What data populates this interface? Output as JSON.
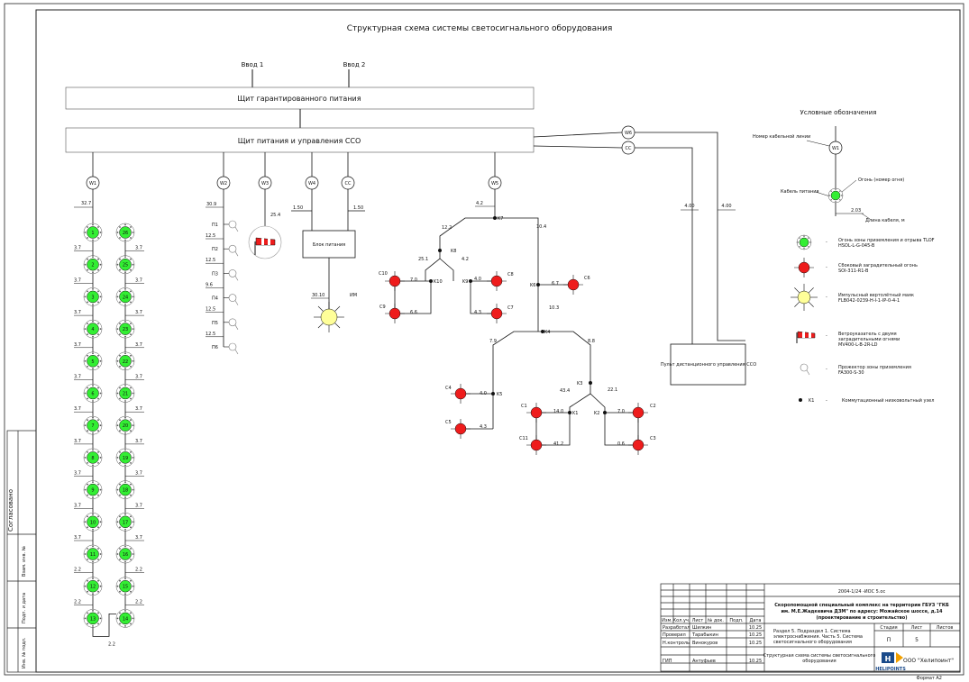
{
  "title": "Структурная схема системы светосигнального оборудования",
  "inputs": [
    "Ввод 1",
    "Ввод 2"
  ],
  "panel_guaranteed": "Щит гарантированного питания",
  "panel_main": "Щит питания и управления ССО",
  "power_unit": "Блок питания",
  "remote_panel": "Пульт дистанционного управления ССО",
  "lines": {
    "W1": "W1",
    "W2": "W2",
    "W3": "W3",
    "W4": "W4",
    "CC": "CC",
    "W5": "W5",
    "W6": "W6",
    "CC2": "CC"
  },
  "lengths": {
    "w1": "32.7",
    "w2": "30.9",
    "w3": "25.4",
    "w4": "1.50",
    "cc": "1.50",
    "w5": "4.2",
    "w6": "4.00",
    "cc2": "4.00",
    "im": "30.10",
    "left_bottom": "2.2",
    "p": [
      "12.5",
      "12.5",
      "9.6",
      "12.5",
      "12.5"
    ]
  },
  "w1_left": [
    "1",
    "2",
    "3",
    "4",
    "5",
    "6",
    "7",
    "8",
    "9",
    "10",
    "11",
    "12",
    "13"
  ],
  "w1_right": [
    "26",
    "25",
    "24",
    "23",
    "22",
    "21",
    "20",
    "19",
    "18",
    "17",
    "16",
    "15",
    "14"
  ],
  "w1_spacing_labels": [
    "3.7",
    "3.7",
    "3.7",
    "3.7",
    "3.7",
    "3.7",
    "3.7",
    "3.7",
    "3.7",
    "3.7",
    "2.2",
    "2.2",
    "2.2"
  ],
  "projectors": [
    "П1",
    "П2",
    "П3",
    "П4",
    "П5",
    "П6"
  ],
  "im_label": "ИМ",
  "w5_tree": {
    "nodes": [
      "K7",
      "K8",
      "K10",
      "K9",
      "K6",
      "K4",
      "K5",
      "K3",
      "K1",
      "K2"
    ],
    "obstacles": [
      "C10",
      "C9",
      "C8",
      "C7",
      "C6",
      "C4",
      "C5",
      "C1",
      "C11",
      "C2",
      "C3"
    ],
    "values": [
      "12.2",
      "10.4",
      "25.1",
      "4.2",
      "7.0",
      "6.6",
      "4.0",
      "4.3",
      "6.7",
      "10.3",
      "7.9",
      "8.8",
      "4.0",
      "4.3",
      "43.4",
      "22.1",
      "14.0",
      "41.2",
      "7.0",
      "0.6"
    ]
  },
  "legend": {
    "title": "Условные обозначения",
    "ex_line_number": "Номер кабельной линии",
    "ex_line": "W1",
    "ex_light": "Огонь (номер огня)",
    "ex_cable": "Кабель питания",
    "ex_len_value": "2.03",
    "ex_len": "Длина кабеля, м",
    "items": [
      "Огонь зоны приземления и отрыва TLOF HSOL-L-G-045-B",
      "Сбоковый заградительный огонь SOI-311-R1-B",
      "Импульсный вертолётный маяк FLB042-0239-H-I-1-IP-0-4-1",
      "Ветроуказатель с двумя заградительными огнями MV400-L-B-2R-LD",
      "Прожектор зоны приземления FA300-S-30",
      "Коммутационный низковольтный узел"
    ],
    "node_label": "K1"
  },
  "side_stamp": {
    "agreed": "Согласовано",
    "labels": [
      "Взам. инв. №",
      "Подп. и дата",
      "Инв. № подл."
    ]
  },
  "title_block": {
    "code": "2004-1/24 -ИОС 5.ос",
    "object": "Скоропомощной специальный комплекс на территории ГБУЗ \"ГКБ им. М.Е.Жадкевича ДЗМ\" по адресу: Можайское шоссе, д.14 (проектирование и строительство)",
    "section": "Раздел 5. Подраздел 1. Система электроснабжения. Часть 5. Система светосигнального оборудования",
    "sheet_title": "Структурная схема системы светосигнального оборудования",
    "col_headers": [
      "Изм.",
      "Кол.уч.",
      "Лист",
      "№ док.",
      "Подп.",
      "Дата"
    ],
    "roles": [
      "Разработал",
      "Проверил",
      "Н.контроль",
      "ГИП"
    ],
    "names": [
      "Шилкин",
      "Тарабыкин",
      "Винокуров",
      "Антуфьев"
    ],
    "dates": [
      "10.25",
      "10.25",
      "10.25",
      "10.25"
    ],
    "stage_headers": [
      "Стадия",
      "Лист",
      "Листов"
    ],
    "stage": "П",
    "sheet": "5",
    "company": "ООО \"Хелипоинт\"",
    "logo_text": "HELIPOINTS",
    "format": "Формат А2"
  },
  "colors": {
    "green": "#33ee33",
    "red": "#ee1c1c",
    "yellow": "#ffff99",
    "line": "#111111"
  }
}
